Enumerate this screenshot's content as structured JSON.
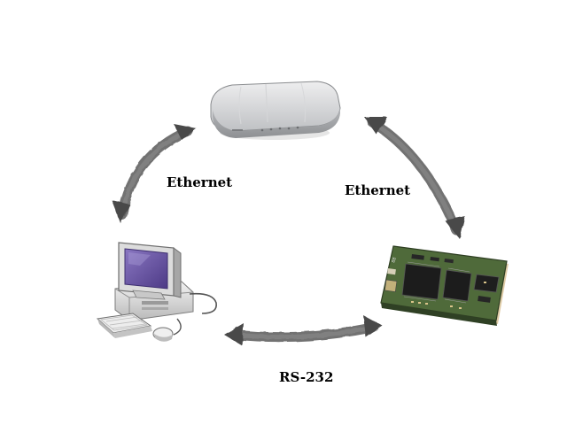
{
  "connections": [
    {
      "id": "router-computer",
      "label": "Ethernet"
    },
    {
      "id": "router-board",
      "label": "Ethernet"
    },
    {
      "id": "computer-board",
      "label": "RS-232"
    }
  ],
  "colors": {
    "arrow": "#555555",
    "router_body": "#c9cbcd",
    "router_top": "#e2e3e4",
    "monitor_screen": "#6d55a6",
    "pcb_green": "#4f6a3a",
    "chip": "#1c1c1c",
    "background": "#ffffff"
  },
  "icons": {
    "router": "network-router-icon",
    "computer": "desktop-computer-icon",
    "board": "embedded-board-icon"
  }
}
